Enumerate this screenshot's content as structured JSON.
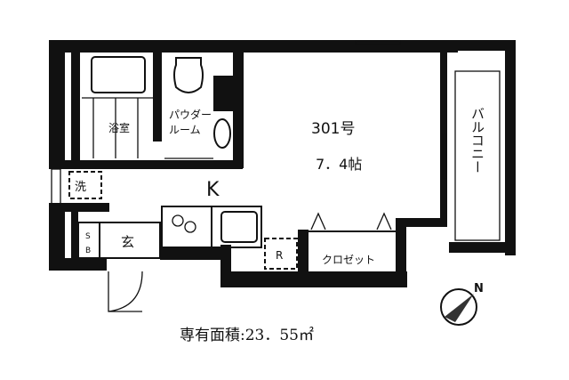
{
  "rooms": {
    "unit_number": "301号",
    "main_room_size": "7．4帖",
    "kitchen": "K",
    "bathroom": "浴室",
    "powder_room_line1": "パウダー",
    "powder_room_line2": "ルーム",
    "washer": "洗",
    "entrance": "玄",
    "shoe_box_line1": "S",
    "shoe_box_line2": "B",
    "closet": "クロゼット",
    "balcony": "バルコニー",
    "fridge": "R"
  },
  "compass": {
    "north_label": "N"
  },
  "footer": {
    "floor_area": "専有面積:23．55㎡"
  }
}
